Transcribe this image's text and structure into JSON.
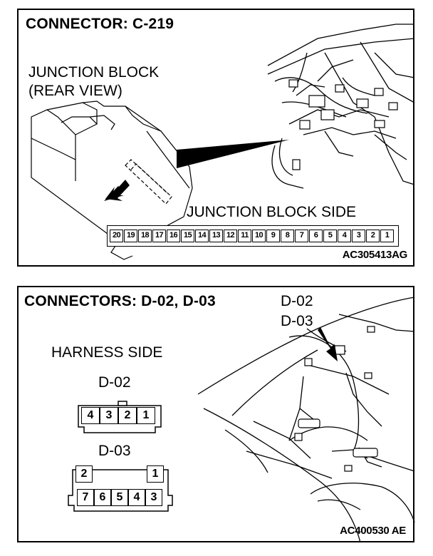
{
  "panel_c219": {
    "title": "CONNECTOR: C-219",
    "view_label_line1": "JUNCTION BLOCK",
    "view_label_line2": "(REAR VIEW)",
    "side_label": "JUNCTION BLOCK SIDE",
    "code": "AC305413AG",
    "pins": [
      "20",
      "19",
      "18",
      "17",
      "16",
      "15",
      "14",
      "13",
      "12",
      "11",
      "10",
      "9",
      "8",
      "7",
      "6",
      "5",
      "4",
      "3",
      "2",
      "1"
    ]
  },
  "panel_d02_d03": {
    "title": "CONNECTORS: D-02, D-03",
    "callout_d02": "D-02",
    "callout_d03": "D-03",
    "harness_side": "HARNESS SIDE",
    "d02_label": "D-02",
    "d02_pins": [
      "4",
      "3",
      "2",
      "1"
    ],
    "d03_label": "D-03",
    "d03_top_pins": [
      "2",
      "1"
    ],
    "d03_bottom_pins": [
      "7",
      "6",
      "5",
      "4",
      "3"
    ],
    "code": "AC400530 AE"
  }
}
